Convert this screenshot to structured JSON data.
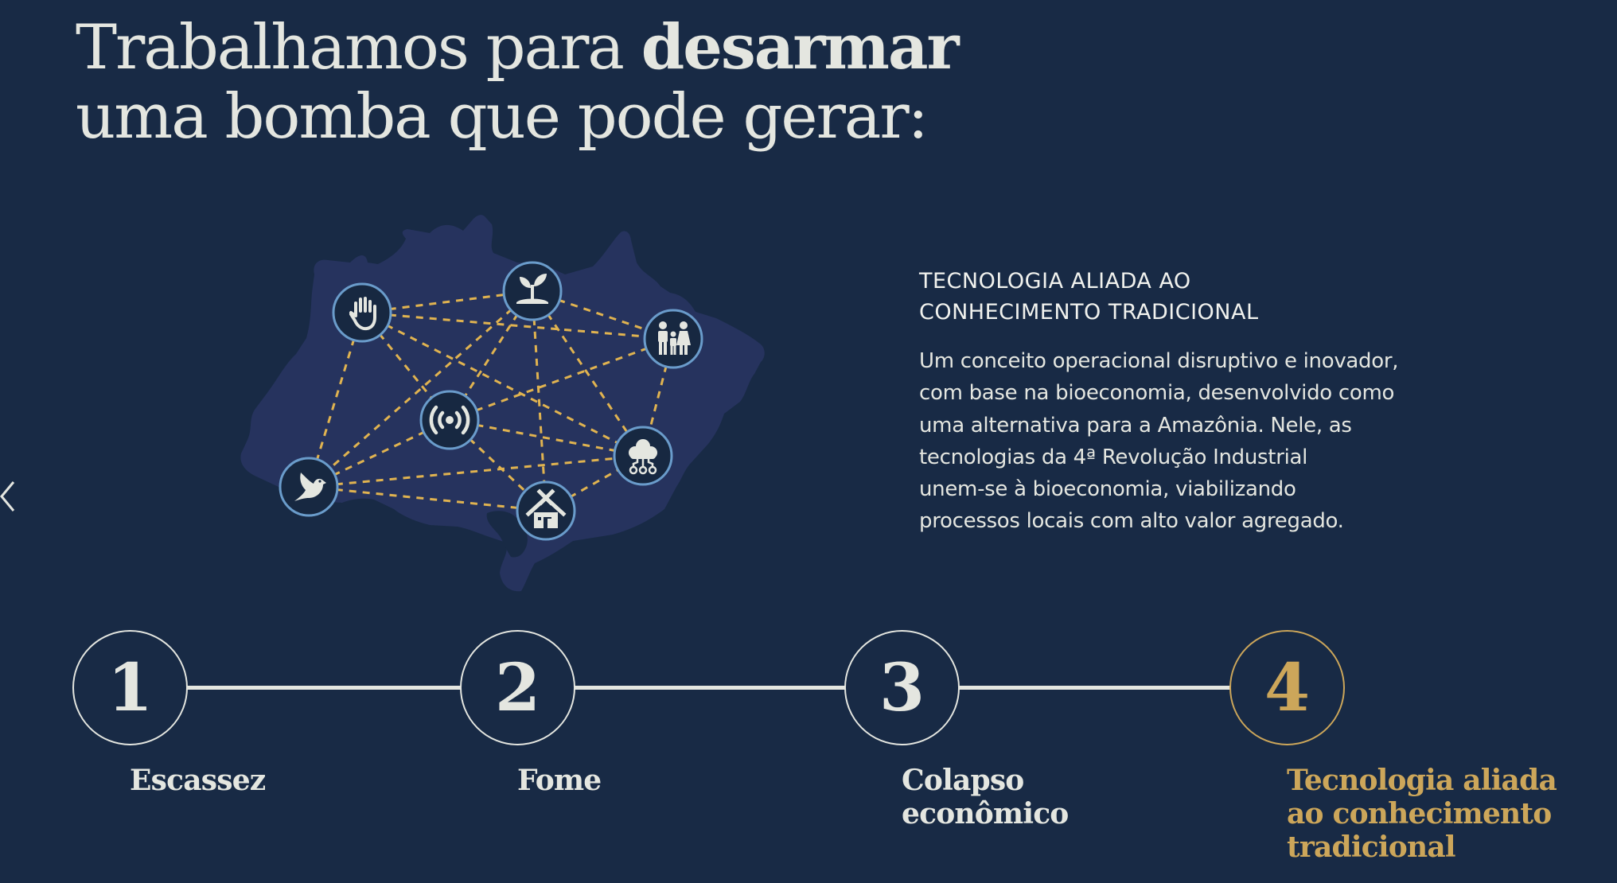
{
  "title": {
    "line1_regular": "Trabalhamos para ",
    "line1_bold": "desarmar",
    "line2": "uma bomba que pode gerar:"
  },
  "colors": {
    "background": "#182a45",
    "map_fill": "#26335e",
    "node_fill": "#172841",
    "node_border": "#6a9ccb",
    "connection": "#e0b350",
    "text": "#e4e6e0",
    "accent_gold": "#cca65a"
  },
  "map": {
    "region": "Amazônia Legal",
    "nodes": [
      {
        "id": "hand",
        "icon": "raised-hand-icon"
      },
      {
        "id": "plant",
        "icon": "sprout-icon"
      },
      {
        "id": "family",
        "icon": "family-icon"
      },
      {
        "id": "signal",
        "icon": "broadcast-signal-icon"
      },
      {
        "id": "cloud",
        "icon": "cloud-network-icon"
      },
      {
        "id": "bird",
        "icon": "bird-icon"
      },
      {
        "id": "house",
        "icon": "indigenous-house-icon"
      }
    ]
  },
  "info": {
    "heading_lines": [
      "TECNOLOGIA ALIADA AO",
      "CONHECIMENTO TRADICIONAL"
    ],
    "body_lines": [
      "Um conceito operacional disruptivo e inovador,",
      "com base na bioeconomia, desenvolvido como",
      "uma alternativa para a Amazônia. Nele, as",
      "tecnologias da 4ª Revolução Industrial",
      "unem-se à bioeconomia, viabilizando",
      "processos locais com alto valor agregado."
    ]
  },
  "navigation": {
    "prev_icon": "chevron-left-icon"
  },
  "timeline": {
    "active_step": 4,
    "steps": [
      {
        "number": "1",
        "label_lines": [
          "Escassez"
        ]
      },
      {
        "number": "2",
        "label_lines": [
          "Fome"
        ]
      },
      {
        "number": "3",
        "label_lines": [
          "Colapso",
          "econômico"
        ]
      },
      {
        "number": "4",
        "label_lines": [
          "Tecnologia aliada",
          "ao conhecimento",
          "tradicional"
        ]
      }
    ]
  }
}
